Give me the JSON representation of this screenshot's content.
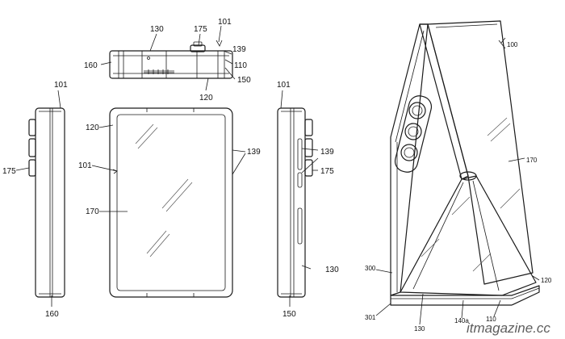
{
  "labels": {
    "top_101": "101",
    "top_130": "130",
    "top_175": "175",
    "top_160": "160",
    "top_139": "139",
    "top_110": "110",
    "top_150": "150",
    "top_120": "120",
    "left_101": "101",
    "left_175": "175",
    "left_160": "160",
    "front_120": "120",
    "front_101": "101",
    "front_170": "170",
    "right_101": "101",
    "right_139a": "139",
    "right_139b": "139",
    "right_175": "175",
    "right_130": "130",
    "right_150": "150",
    "persp_100": "100",
    "persp_170": "170",
    "persp_120": "120",
    "persp_300": "300",
    "persp_301": "301",
    "persp_130": "130",
    "persp_140a": "140a",
    "persp_110": "110"
  },
  "watermark": "itmagazine.cc"
}
